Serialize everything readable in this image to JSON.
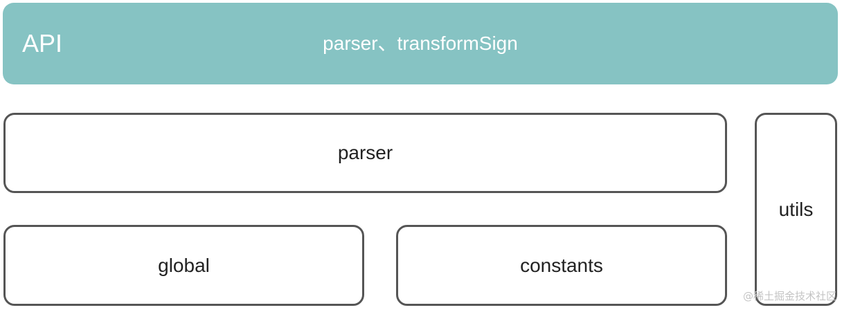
{
  "api": {
    "label": "API",
    "description": "parser、transformSign",
    "color": "#86c3c3"
  },
  "modules": {
    "parser": "parser",
    "global": "global",
    "constants": "constants",
    "utils": "utils"
  },
  "watermark": "@稀土掘金技术社区"
}
